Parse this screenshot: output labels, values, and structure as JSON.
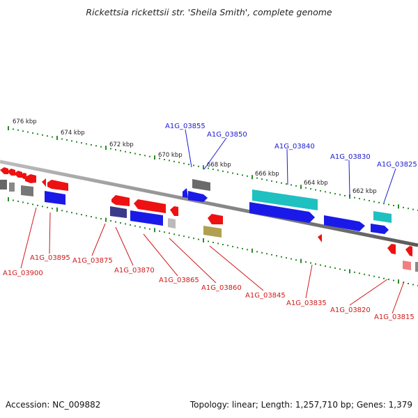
{
  "title": "Rickettsia rickettsii str. 'Sheila Smith', complete genome",
  "footer": {
    "accession": "Accession: NC_009882",
    "topology": "Topology: linear; Length: 1,257,710 bp; Genes: 1,379"
  },
  "scale_labels": [
    "676 kbp",
    "674 kbp",
    "672 kbp",
    "670 kbp",
    "668 kbp",
    "666 kbp",
    "664 kbp",
    "662 kbp"
  ],
  "genes_top": [
    "A1G_03855",
    "A1G_03850",
    "A1G_03840",
    "A1G_03830",
    "A1G_03825"
  ],
  "genes_bottom": [
    "A1G_03900",
    "A1G_03895",
    "A1G_03875",
    "A1G_03870",
    "A1G_03865",
    "A1G_03860",
    "A1G_03845",
    "A1G_03835",
    "A1G_03820",
    "A1G_03815"
  ],
  "colors": {
    "forward_label": "#1a1ad0",
    "reverse_label": "#d01818",
    "tick": "#2a8a2a",
    "axis": "#888888",
    "red": "#ee1111",
    "blue": "#1a1ae8",
    "cyan": "#1fc0c0",
    "gray": "#777777",
    "navy": "#3a3a8a",
    "olive": "#b0a050",
    "lightgray": "#bbbbbb",
    "pink": "#f08080"
  }
}
